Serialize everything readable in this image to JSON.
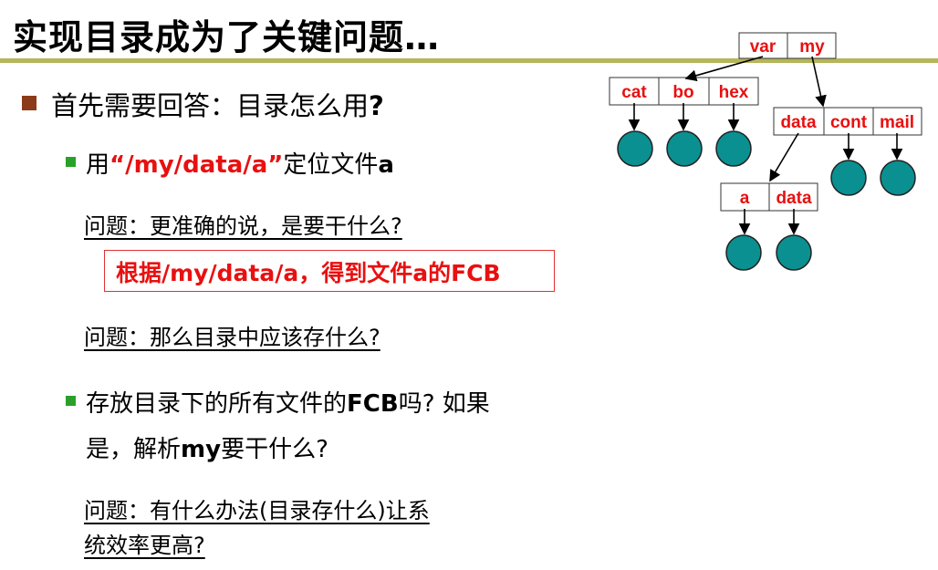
{
  "slide": {
    "title": "实现目录成为了关键问题…",
    "bullet1": {
      "text": "首先需要回答：目录怎么用",
      "mark": "?"
    },
    "bullet2": {
      "prefix": "用",
      "path": "“/my/data/a”",
      "suffix": "定位文件",
      "file": "a"
    },
    "question1": "问题：更准确的说，是要干什么?",
    "answer": "根据/my/data/a，得到文件a的FCB",
    "question2": "问题：那么目录中应该存什么?",
    "bullet3": {
      "line1_a": "存放目录下的所有文件的",
      "line1_b": "FCB",
      "line1_c": "吗? 如果",
      "line2_a": "是，解析",
      "line2_b": "my",
      "line2_c": "要干什么?"
    },
    "question3": {
      "line1": "问题：有什么办法(目录存什么)让系",
      "line2": "统效率更高?"
    }
  },
  "diagram": {
    "root": [
      "var",
      "my"
    ],
    "var_dir": [
      "cat",
      "bo",
      "hex"
    ],
    "my_dir": [
      "data",
      "cont",
      "mail"
    ],
    "data_dir": [
      "a",
      "data"
    ],
    "colors": {
      "node": "#0a9090",
      "text": "#e81010"
    }
  }
}
